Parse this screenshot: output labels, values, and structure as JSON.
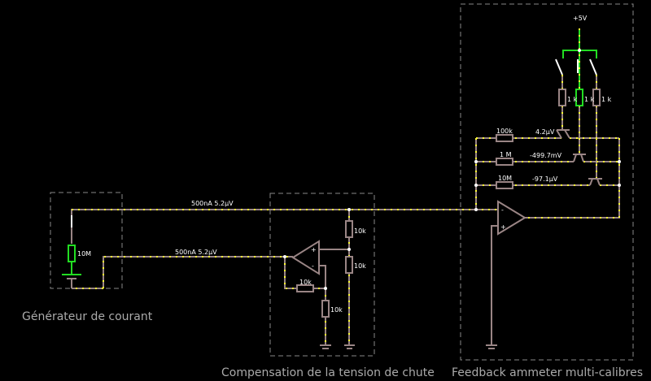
{
  "groups": {
    "generator": "Générateur de courant",
    "compensation": "Compensation de la tension de chute",
    "feedback": "Feedback ammeter multi-calibres"
  },
  "labels": {
    "supply": "+5V",
    "wire_top": "500nA 5.2µV",
    "wire_bottom": "500nA 5.2µV",
    "r_source": "10M",
    "r_comp_top": "10k",
    "r_comp_mid": "10k",
    "r_comp_fb": "10k",
    "r_comp_gnd": "10k",
    "r_1k_a": "1 k",
    "r_1k_b": "1 k",
    "r_1k_c": "1 k",
    "r_100k": "100k",
    "r_1m": "1 M",
    "r_10m": "10M",
    "v_100k": "4.2µV",
    "v_1m": "-499.7mV",
    "v_10m": "-97.1µV",
    "plus": "+",
    "minus": "-"
  },
  "colors": {
    "wire": "#9a8585",
    "current": "#ffff33",
    "active": "#22dd22"
  }
}
